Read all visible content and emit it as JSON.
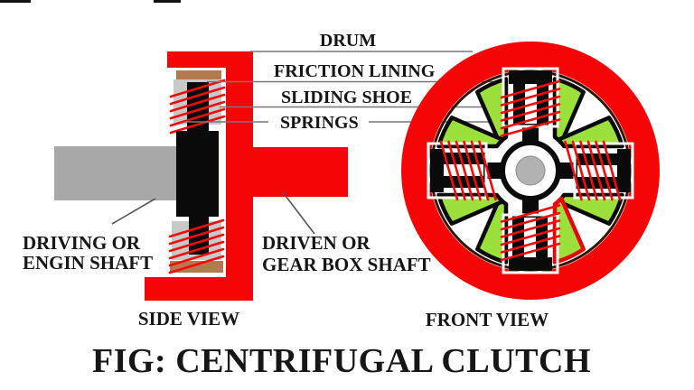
{
  "figure_title": "FIG: CENTRIFUGAL CLUTCH",
  "callouts": {
    "drum": "DRUM",
    "friction_lining": "FRICTION LINING",
    "sliding_shoe": "SLIDING SHOE",
    "springs": "SPRINGS"
  },
  "side_view": {
    "caption": "SIDE VIEW",
    "driving_shaft_label": [
      "DRIVING OR",
      "ENGIN SHAFT"
    ],
    "driven_shaft_label": [
      "DRIVEN OR",
      "GEAR BOX SHAFT"
    ]
  },
  "front_view": {
    "caption": "FRONT VIEW"
  },
  "colors": {
    "drum_red": "#f50505",
    "spring_hatch_red": "#f30b0b",
    "shoe_green": "#9ce13b",
    "friction_lining_brown": "#b5794f",
    "driving_shaft_gray": "#a8a8a8",
    "sliding_shoe_gray": "#c9c9c9",
    "hub_center_gray": "#b2b2b2",
    "outline_black": "#0a0a0a"
  }
}
